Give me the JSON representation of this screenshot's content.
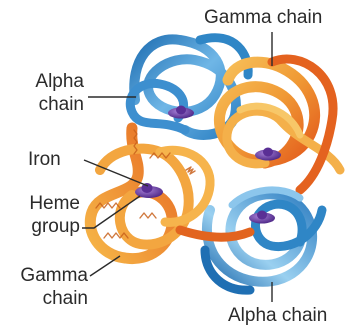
{
  "labels": {
    "gamma_top": "Gamma chain",
    "alpha_left_line1": "Alpha",
    "alpha_left_line2": "chain",
    "iron": "Iron",
    "heme_line1": "Heme",
    "heme_line2": "group",
    "gamma_bottom_line1": "Gamma",
    "gamma_bottom_line2": "chain",
    "alpha_bottom": "Alpha chain"
  },
  "colors": {
    "alpha_chain": "#2f86c6",
    "alpha_chain_light": "#8cc6ec",
    "gamma_chain": "#f0a23a",
    "gamma_chain_dark": "#e2641f",
    "heme_group": "#6b3fa0",
    "leader_line": "#2b2b2b"
  }
}
